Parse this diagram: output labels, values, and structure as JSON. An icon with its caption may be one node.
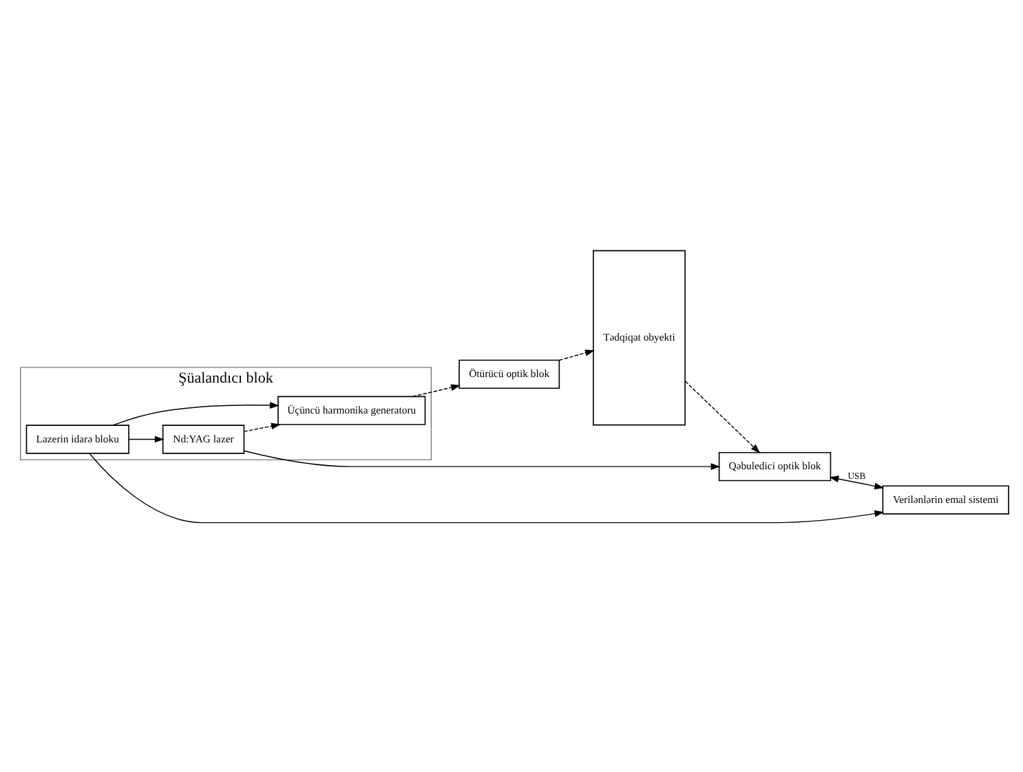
{
  "diagram": {
    "nodes": [
      {
        "text": [
          "Şüalandıcı blok"
        ]
      },
      {
        "text": [
          "Lazerin idarə bloku"
        ],
        "in": 0
      },
      {
        "text": [
          "Nd:YAG lazer"
        ],
        "in": 0
      },
      {
        "text": [
          "Üçüncü harmonika generatoru"
        ],
        "in": 0
      },
      {
        "text": [
          "Ötürücü optik blok"
        ]
      },
      {
        "text": [
          "Tədqiqat obyekti"
        ]
      },
      {
        "text": [
          "Qəbuledici optik blok"
        ]
      },
      {
        "text": [
          "Verilənlərin emal sistemi"
        ]
      }
    ],
    "edges": [
      {
        "from": 1,
        "to": 2,
        "arrow": "to"
      },
      {
        "from": 1,
        "to": 3,
        "arrow": "to"
      },
      {
        "from": 2,
        "to": 3,
        "arrow": "to",
        "style": "dashed"
      },
      {
        "from": 3,
        "to": 4,
        "arrow": "to",
        "style": "dashed"
      },
      {
        "from": 4,
        "to": 5,
        "arrow": "to",
        "style": "dashed"
      },
      {
        "from": 5,
        "to": 6,
        "arrow": "to",
        "style": "dashed"
      },
      {
        "from": 2,
        "to": 6,
        "arrow": "to"
      },
      {
        "from": 1,
        "to": 7,
        "arrow": "to"
      },
      {
        "from": 6,
        "to": 7,
        "arrow": "both",
        "label": "USB"
      }
    ]
  }
}
